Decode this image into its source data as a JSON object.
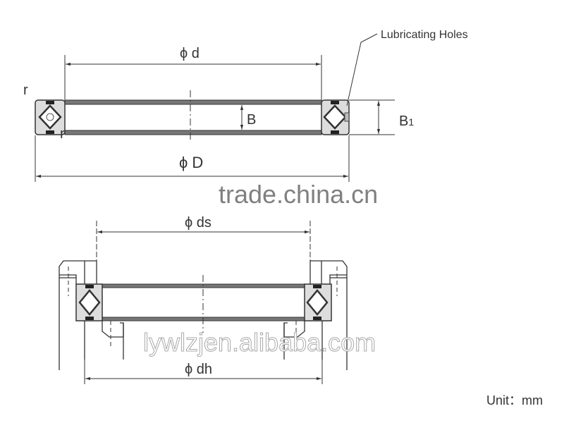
{
  "labels": {
    "lubricating_holes": "Lubricating Holes",
    "phi_d": "ϕ d",
    "phi_D": "ϕ D",
    "B": "B",
    "B1": "B",
    "B1_sub": "1",
    "r_top": "r",
    "r_bottom": "r",
    "phi_ds": "ϕ ds",
    "phi_dh": "ϕ dh",
    "unit": "Unit：mm"
  },
  "watermarks": {
    "top": "trade.china.cn",
    "bottom": "lywlzjen.alibaba.com"
  },
  "colors": {
    "line": "#333333",
    "section_fill": "#d9d9d9"
  }
}
